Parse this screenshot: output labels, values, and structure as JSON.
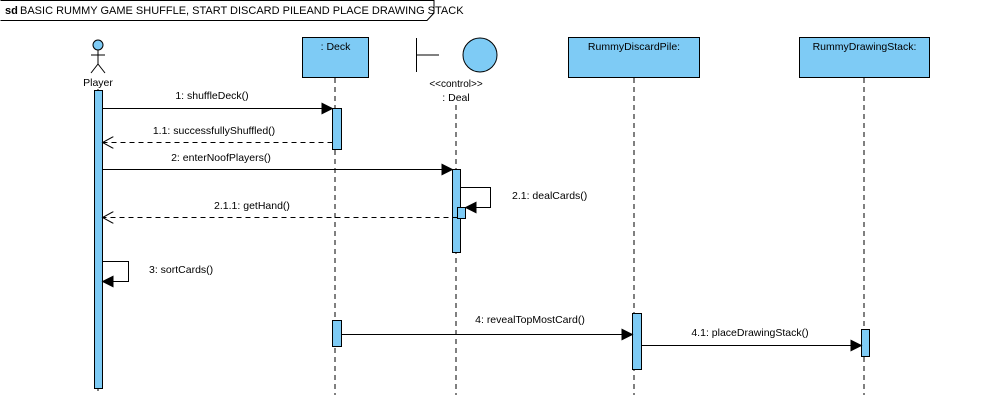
{
  "frame": {
    "keyword": "sd",
    "title": "BASIC RUMMY GAME SHUFFLE, START DISCARD PILEAND PLACE DRAWING STACK"
  },
  "lifelines": {
    "player": {
      "label": "Player"
    },
    "deck": {
      "label": ": Deck"
    },
    "deal": {
      "stereotype": "<<control>>",
      "label": ": Deal"
    },
    "discard": {
      "label": "RummyDiscardPile:"
    },
    "drawing": {
      "label": "RummyDrawingStack:"
    }
  },
  "messages": [
    {
      "label": "1: shuffleDeck()"
    },
    {
      "label": "1.1: successfullyShuffled()"
    },
    {
      "label": "2: enterNoofPlayers()"
    },
    {
      "label": "2.1: dealCards()"
    },
    {
      "label": "2.1.1: getHand()"
    },
    {
      "label": "3: sortCards()"
    },
    {
      "label": "4: revealTopMostCard()"
    },
    {
      "label": "4.1: placeDrawingStack()"
    }
  ],
  "colors": {
    "box_fill": "#7ecbf5",
    "activation_fill": "#7ecbf5",
    "line": "#000000",
    "frame_bg": "#ffffff"
  }
}
